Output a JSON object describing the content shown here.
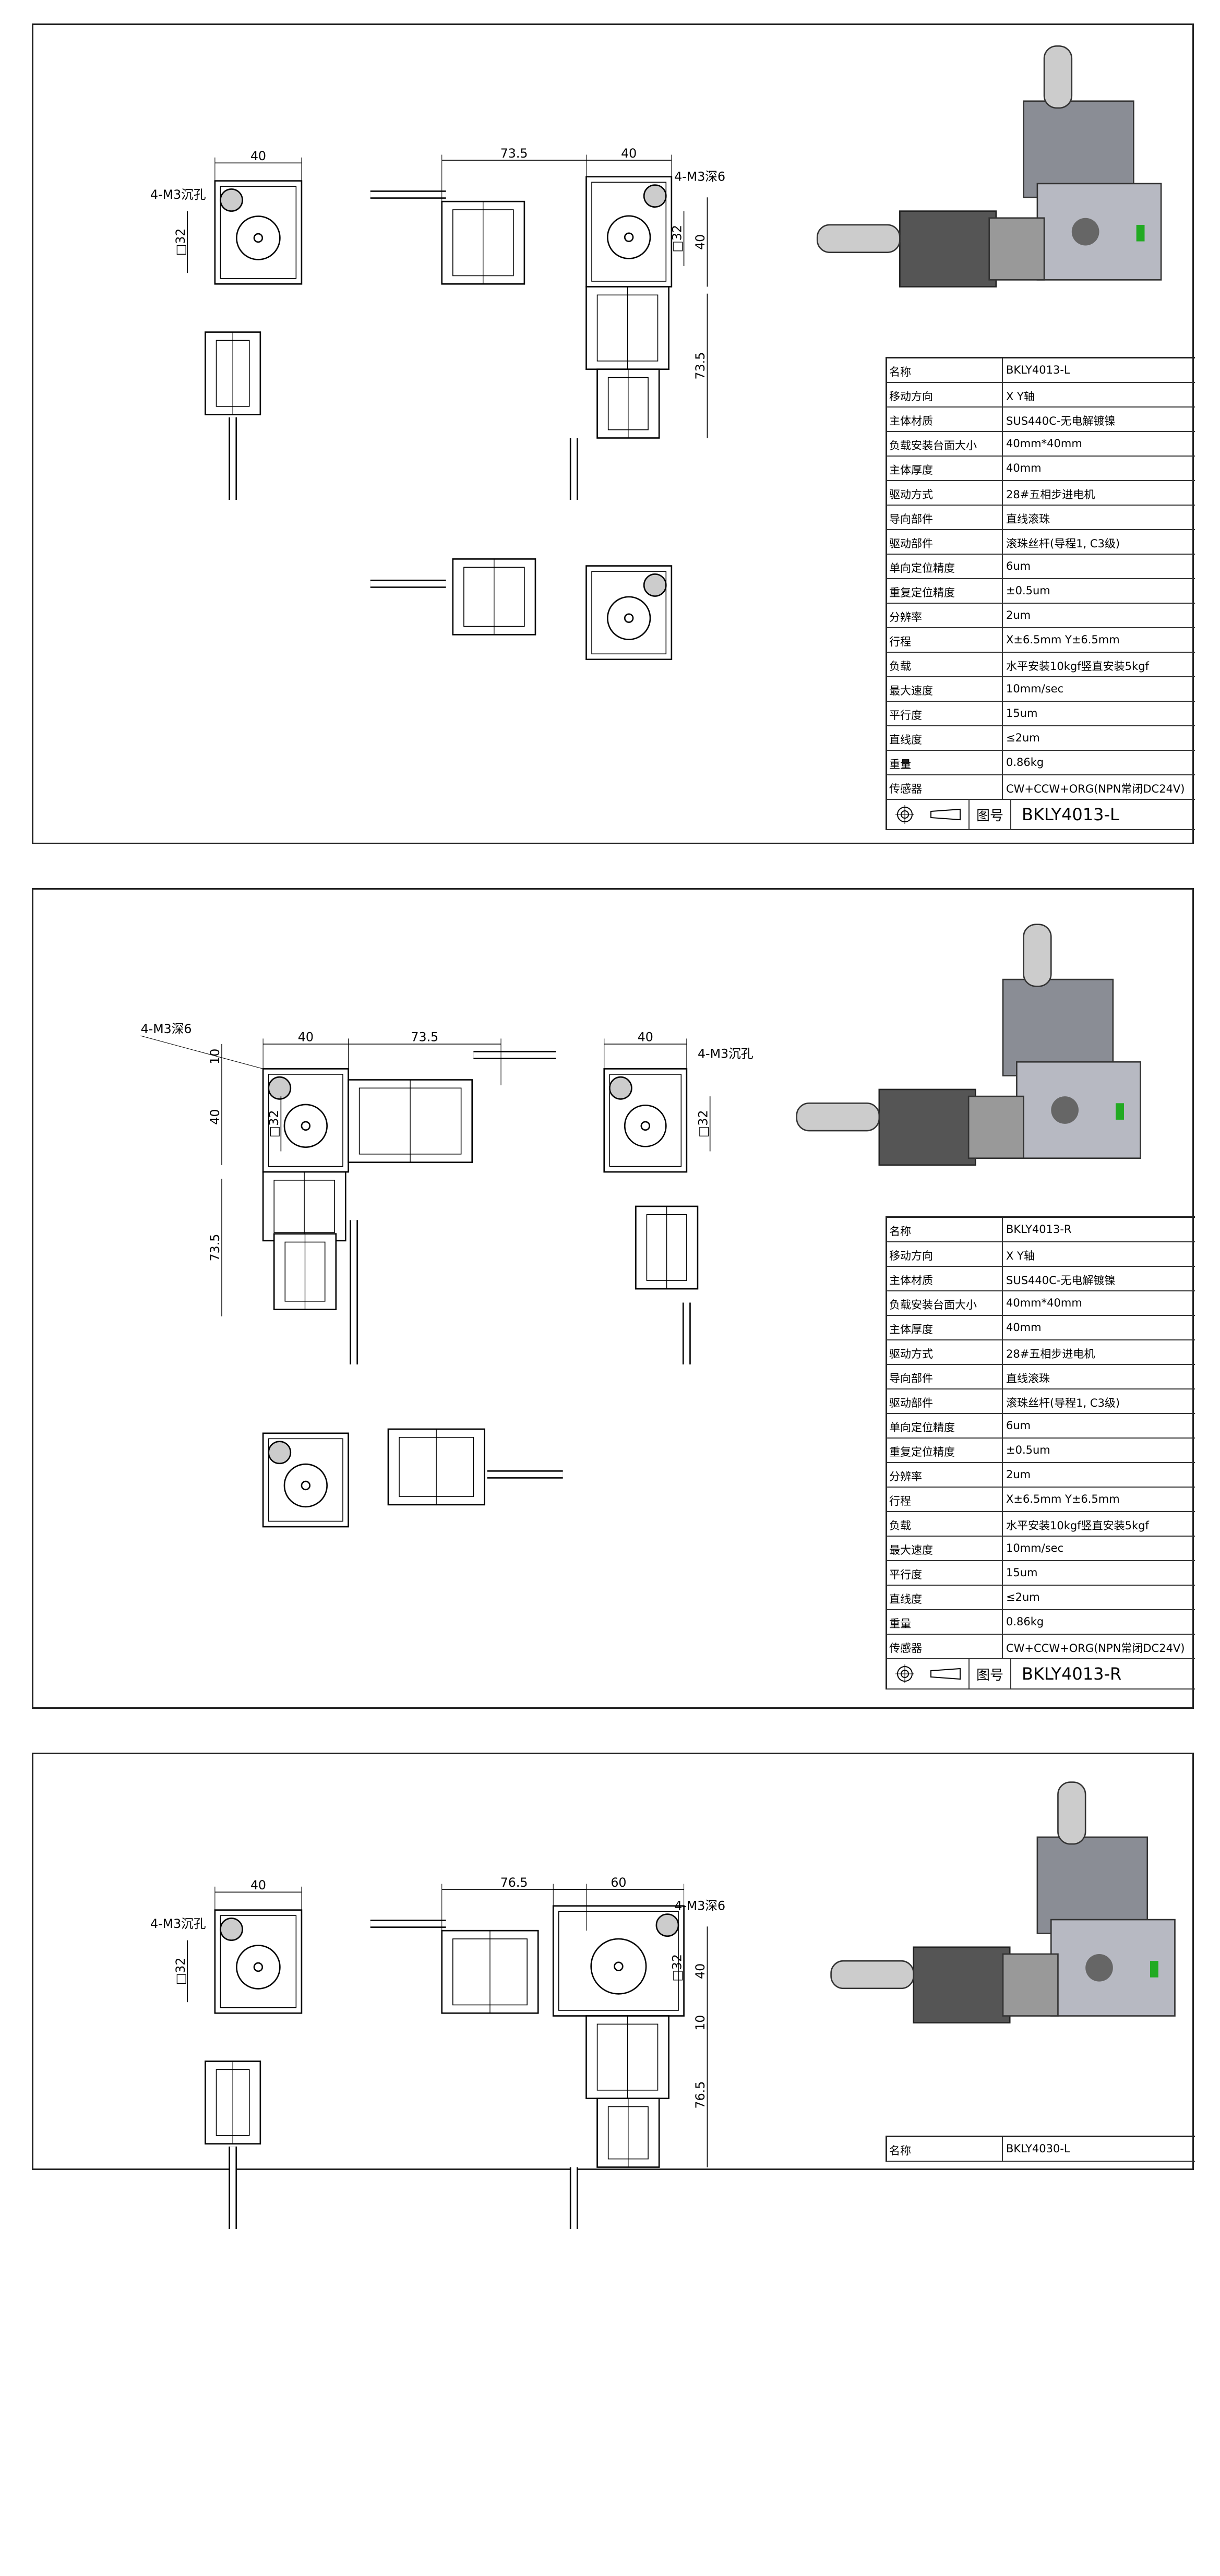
{
  "panels": [
    {
      "model": "BKLY4013-L",
      "dims": {
        "w1": "40",
        "hole1": "4-M3沉孔",
        "sq1": "□32",
        "len": "73.5",
        "w2": "40",
        "hole2": "4-M3深6",
        "sq2": "□32",
        "h40": "40",
        "h735": "73.5"
      },
      "spec": [
        [
          "名称",
          "BKLY4013-L"
        ],
        [
          "移动方向",
          "X  Y轴"
        ],
        [
          "主体材质",
          "SUS440C-无电解镀镍"
        ],
        [
          "负载安装台面大小",
          "40mm*40mm"
        ],
        [
          "主体厚度",
          "40mm"
        ],
        [
          "驱动方式",
          "28#五相步进电机"
        ],
        [
          "导向部件",
          "直线滚珠"
        ],
        [
          "驱动部件",
          "滚珠丝杆(导程1, C3级)"
        ],
        [
          "单向定位精度",
          "6um"
        ],
        [
          "重复定位精度",
          "±0.5um"
        ],
        [
          "分辨率",
          "2um"
        ],
        [
          "行程",
          "X±6.5mm   Y±6.5mm"
        ],
        [
          "负载",
          "水平安装10kgf竖直安装5kgf"
        ],
        [
          "最大速度",
          "10mm/sec"
        ],
        [
          "平行度",
          "15um"
        ],
        [
          "直线度",
          "≤2um"
        ],
        [
          "重量",
          "0.86kg"
        ],
        [
          "传感器",
          "CW+CCW+ORG(NPN常闭DC24V)"
        ]
      ],
      "drawing_no_label": "图号"
    },
    {
      "model": "BKLY4013-R",
      "dims": {
        "w1": "40",
        "hole1": "4-M3深6",
        "sq1": "□32",
        "len": "73.5",
        "w2": "40",
        "hole2": "4-M3沉孔",
        "sq2": "□32",
        "h40": "40",
        "h735": "73.5",
        "h10": "10"
      },
      "spec": [
        [
          "名称",
          "BKLY4013-R"
        ],
        [
          "移动方向",
          "X  Y轴"
        ],
        [
          "主体材质",
          "SUS440C-无电解镀镍"
        ],
        [
          "负载安装台面大小",
          "40mm*40mm"
        ],
        [
          "主体厚度",
          "40mm"
        ],
        [
          "驱动方式",
          "28#五相步进电机"
        ],
        [
          "导向部件",
          "直线滚珠"
        ],
        [
          "驱动部件",
          "滚珠丝杆(导程1, C3级)"
        ],
        [
          "单向定位精度",
          "6um"
        ],
        [
          "重复定位精度",
          "±0.5um"
        ],
        [
          "分辨率",
          "2um"
        ],
        [
          "行程",
          "X±6.5mm   Y±6.5mm"
        ],
        [
          "负载",
          "水平安装10kgf竖直安装5kgf"
        ],
        [
          "最大速度",
          "10mm/sec"
        ],
        [
          "平行度",
          "15um"
        ],
        [
          "直线度",
          "≤2um"
        ],
        [
          "重量",
          "0.86kg"
        ],
        [
          "传感器",
          "CW+CCW+ORG(NPN常闭DC24V)"
        ]
      ],
      "drawing_no_label": "图号"
    },
    {
      "model": "BKLY4030-L",
      "dims": {
        "w1": "40",
        "hole1": "4-M3沉孔",
        "sq1": "□32",
        "len": "76.5",
        "w2": "60",
        "hole2": "4-M3深6",
        "sq2": "□32",
        "h40": "40",
        "h10": "10",
        "h735": "76.5"
      },
      "spec": [
        [
          "名称",
          "BKLY4030-L"
        ]
      ]
    }
  ]
}
